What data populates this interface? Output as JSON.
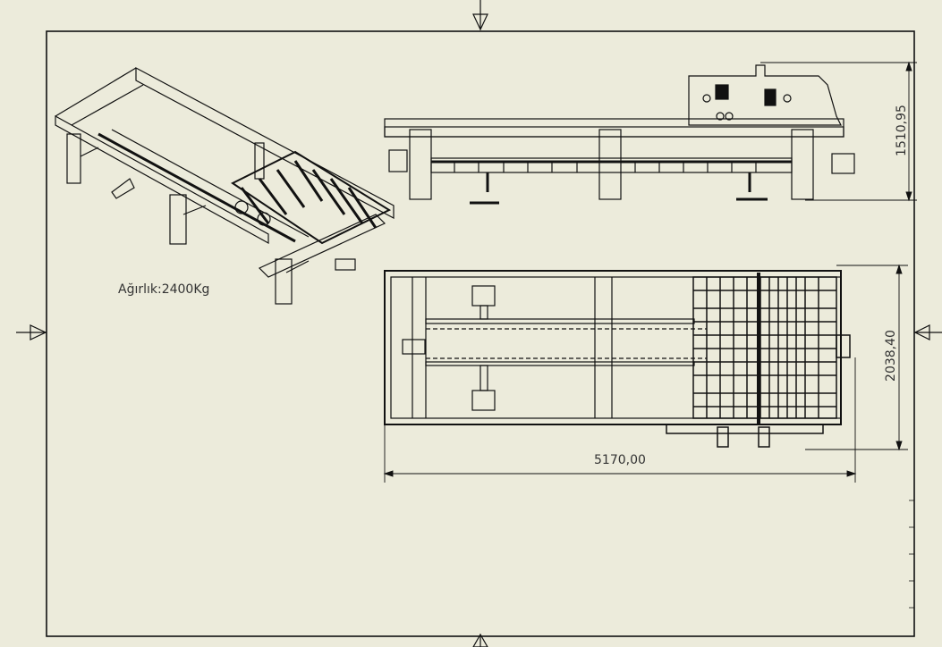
{
  "sheet": {
    "weight_label": "Ağırlık:2400Kg",
    "dimensions": {
      "height_side": "1510,95",
      "width_top": "2038,40",
      "length_top": "5170,00"
    }
  },
  "colors": {
    "background": "#ecebdb",
    "line": "#111111"
  }
}
